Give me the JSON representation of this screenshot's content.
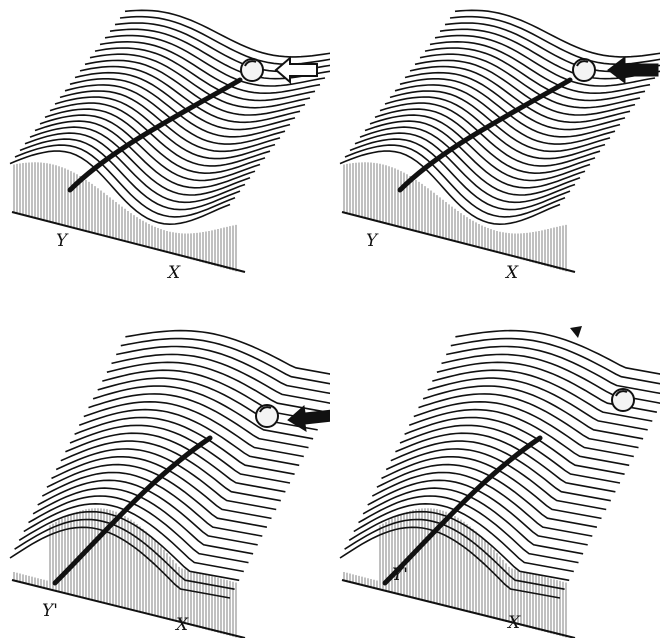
{
  "figure": {
    "description_free": true,
    "ink_color": "#111111",
    "background_color": "#ffffff",
    "panels": [
      {
        "id": "top-left",
        "labels": {
          "left": "Y",
          "right": "X"
        },
        "arrow": "white",
        "ball": true
      },
      {
        "id": "top-right",
        "labels": {
          "left": "Y",
          "right": "X"
        },
        "arrow": "black",
        "ball": true
      },
      {
        "id": "bottom-left",
        "labels": {
          "left": "Y'",
          "right": "X"
        },
        "arrow": "black",
        "ball": true
      },
      {
        "id": "bottom-right",
        "labels": {
          "left": "Y'",
          "right": "X"
        },
        "arrow": "none",
        "ball": true
      }
    ]
  }
}
